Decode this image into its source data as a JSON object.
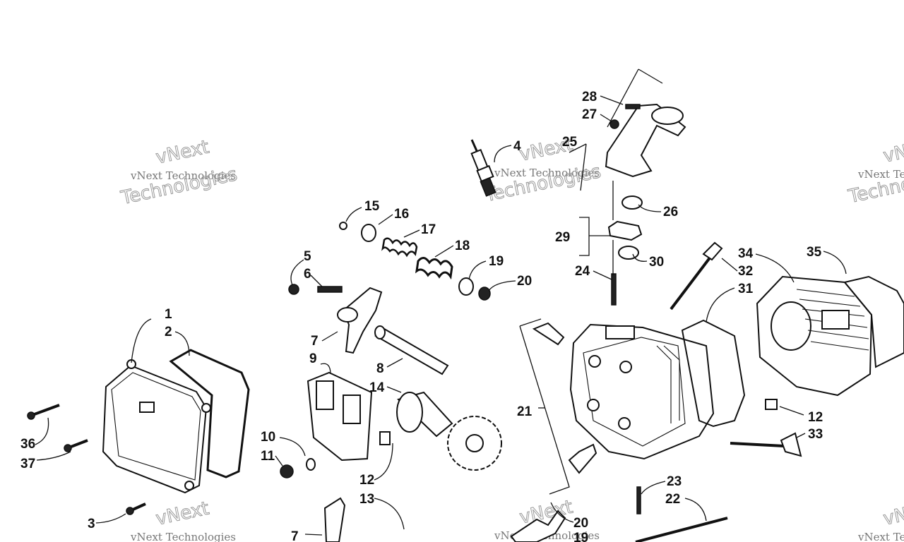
{
  "diagram": {
    "part_labels": [
      "1",
      "2",
      "3",
      "4",
      "5",
      "6",
      "7",
      "8",
      "9",
      "10",
      "11",
      "12",
      "12",
      "13",
      "14",
      "15",
      "16",
      "17",
      "18",
      "19",
      "20",
      "20",
      "21",
      "22",
      "23",
      "24",
      "25",
      "26",
      "27",
      "28",
      "29",
      "30",
      "31",
      "32",
      "33",
      "34",
      "35",
      "36",
      "37",
      "7",
      "19"
    ],
    "watermark": {
      "line1": "vNext Technologies",
      "line2": "Technologies",
      "logo": "vNext"
    }
  }
}
